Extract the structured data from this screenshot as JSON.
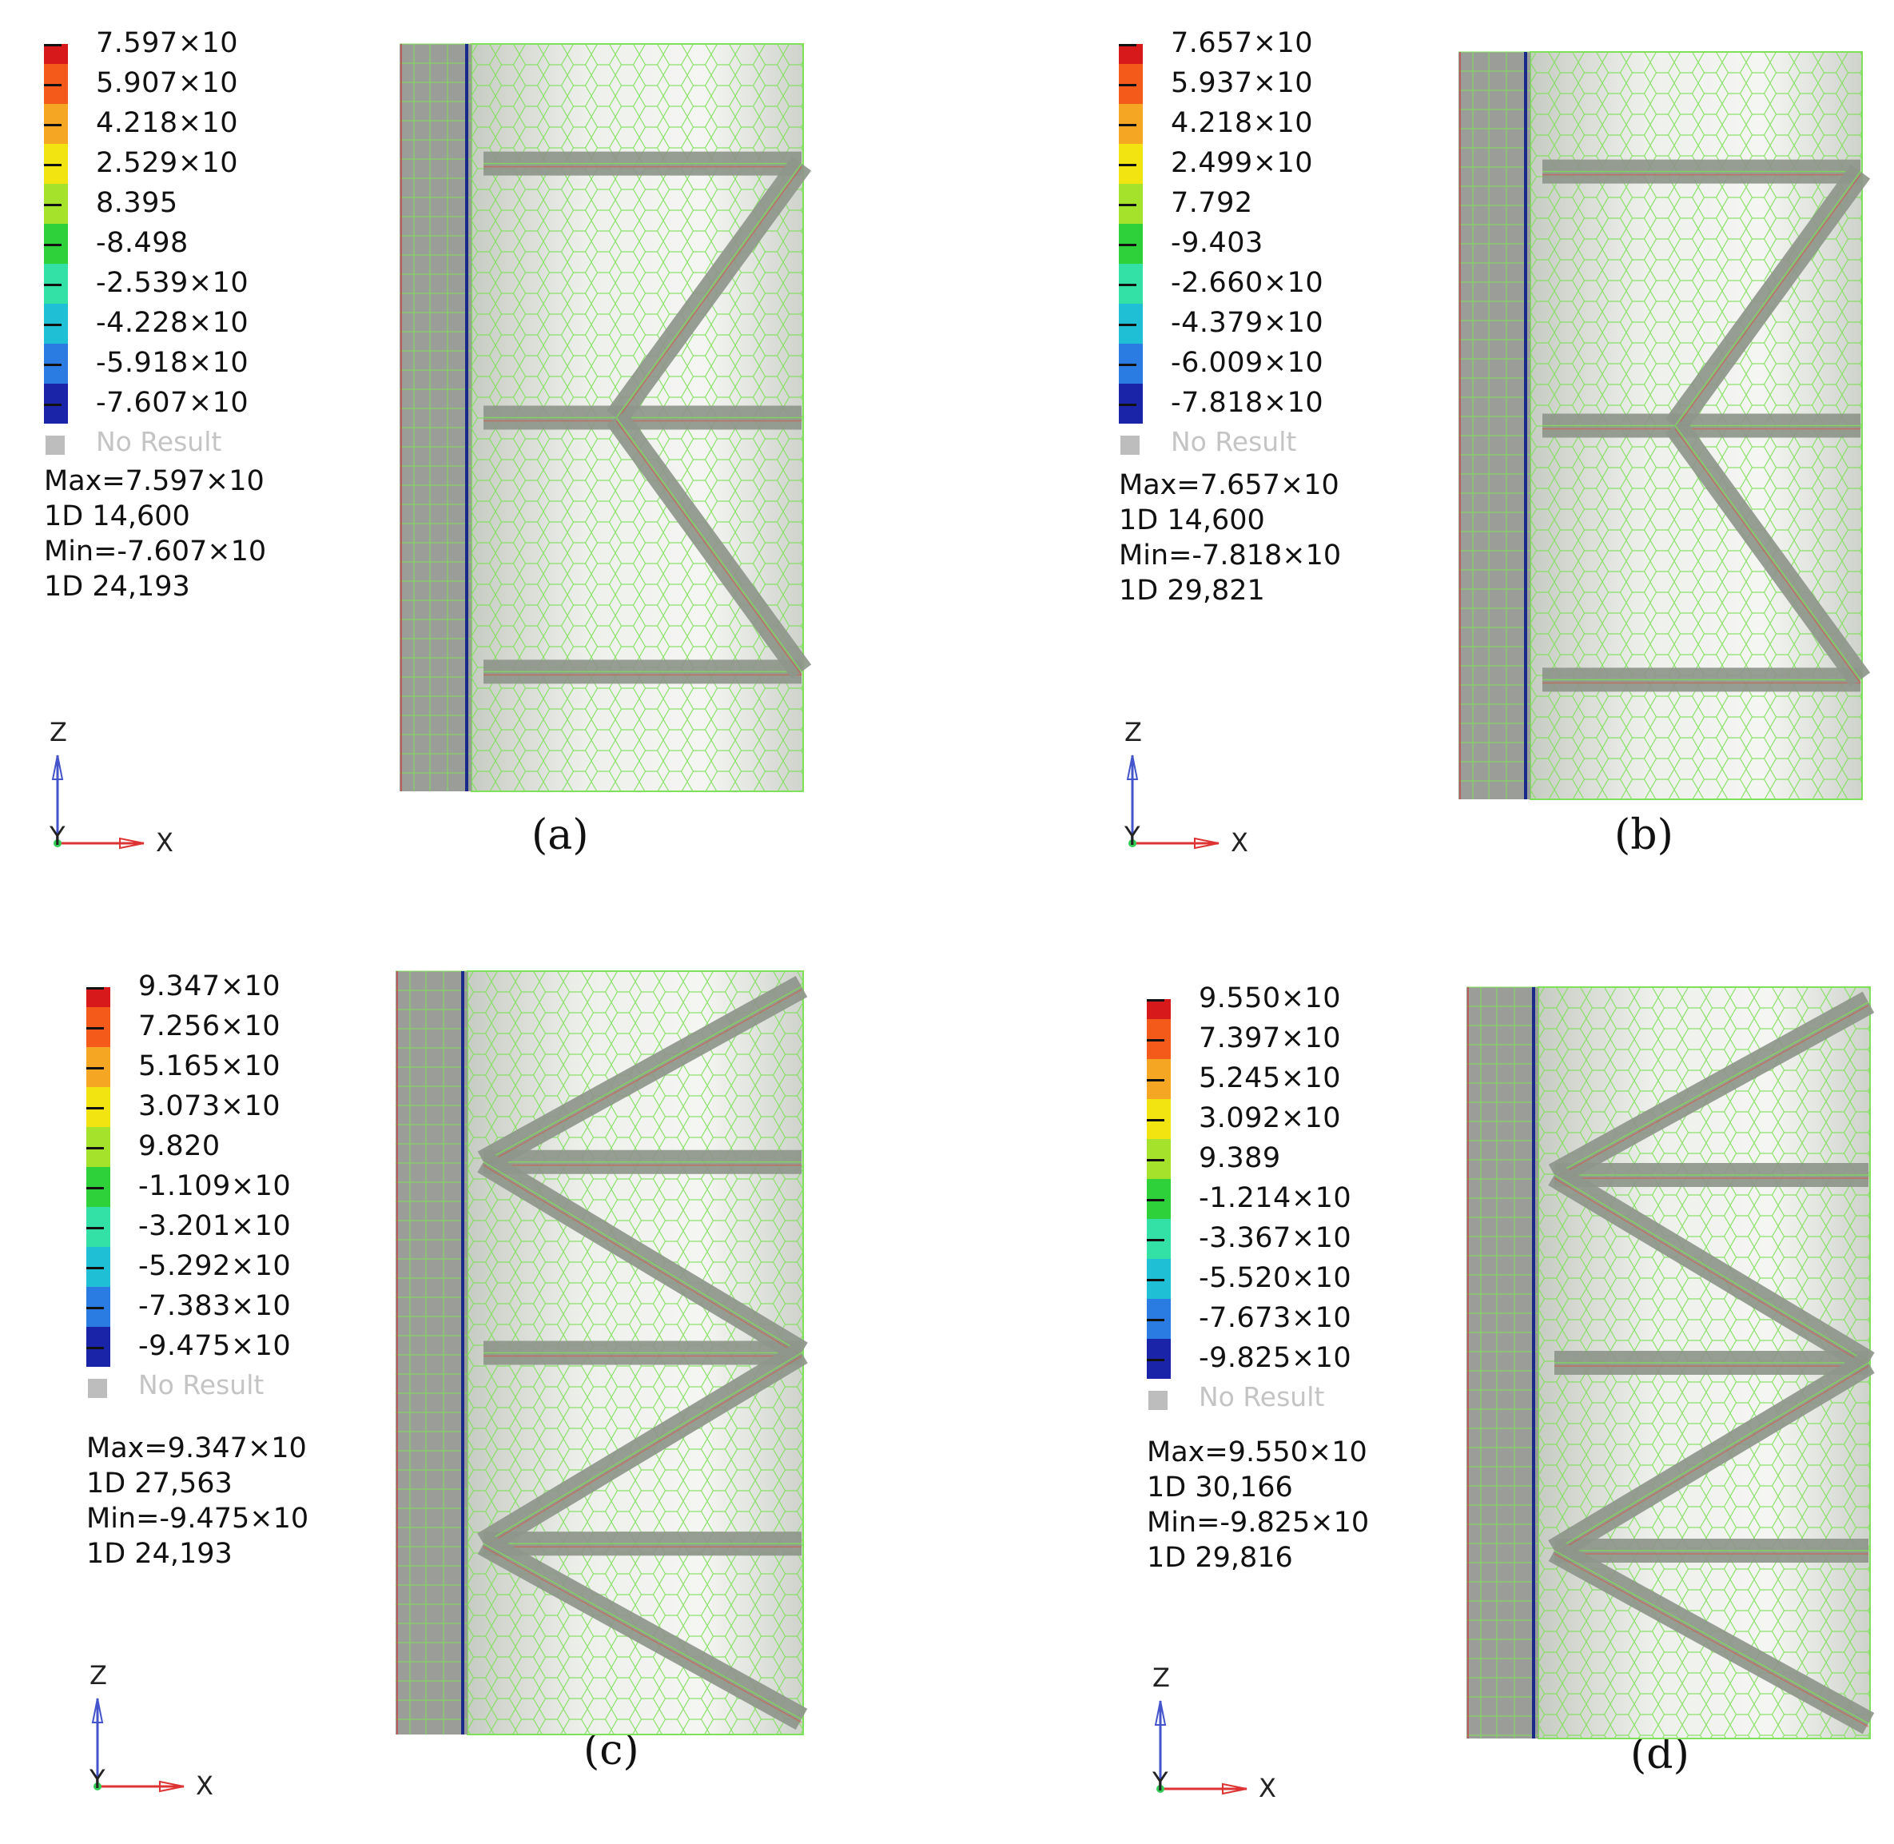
{
  "colors": {
    "scale": [
      "#d7191c",
      "#f45a1a",
      "#f5a623",
      "#f2e411",
      "#a5e22b",
      "#2fd13b",
      "#33e0a6",
      "#1fbfd6",
      "#2a7be2",
      "#1a24a8"
    ],
    "mesh_line": "#7fe05a",
    "no_result": "#bdbdbd"
  },
  "panels": [
    {
      "id": "a",
      "caption": "(a)",
      "legend_values": [
        "7.597×10",
        "5.907×10",
        "4.218×10",
        "2.529×10",
        "8.395",
        "-8.498",
        "-2.539×10",
        "-4.228×10",
        "-5.918×10",
        "-7.607×10"
      ],
      "no_result": "No Result",
      "max": "Max=7.597×10",
      "max_loc": "1D 14,600",
      "min": "Min=-7.607×10",
      "min_loc": "1D 24,193",
      "axes": {
        "z": "Z",
        "y": "Y",
        "x": "X"
      },
      "bracing": "y"
    },
    {
      "id": "b",
      "caption": "(b)",
      "legend_values": [
        "7.657×10",
        "5.937×10",
        "4.218×10",
        "2.499×10",
        "7.792",
        "-9.403",
        "-2.660×10",
        "-4.379×10",
        "-6.009×10",
        "-7.818×10"
      ],
      "no_result": "No Result",
      "max": "Max=7.657×10",
      "max_loc": "1D 14,600",
      "min": "Min=-7.818×10",
      "min_loc": "1D 29,821",
      "axes": {
        "z": "Z",
        "y": "Y",
        "x": "X"
      },
      "bracing": "y"
    },
    {
      "id": "c",
      "caption": "(c)",
      "legend_values": [
        "9.347×10",
        "7.256×10",
        "5.165×10",
        "3.073×10",
        "9.820",
        "-1.109×10",
        "-3.201×10",
        "-5.292×10",
        "-7.383×10",
        "-9.475×10"
      ],
      "no_result": "No Result",
      "max": "Max=9.347×10",
      "max_loc": "1D 27,563",
      "min": "Min=-9.475×10",
      "min_loc": "1D 24,193",
      "axes": {
        "z": "Z",
        "y": "Y",
        "x": "X"
      },
      "bracing": "w"
    },
    {
      "id": "d",
      "caption": "(d)",
      "legend_values": [
        "9.550×10",
        "7.397×10",
        "5.245×10",
        "3.092×10",
        "9.389",
        "-1.214×10",
        "-3.367×10",
        "-5.520×10",
        "-7.673×10",
        "-9.825×10"
      ],
      "no_result": "No Result",
      "max": "Max=9.550×10",
      "max_loc": "1D 30,166",
      "min": "Min=-9.825×10",
      "min_loc": "1D 29,816",
      "axes": {
        "z": "Z",
        "y": "Y",
        "x": "X"
      },
      "bracing": "w"
    }
  ]
}
